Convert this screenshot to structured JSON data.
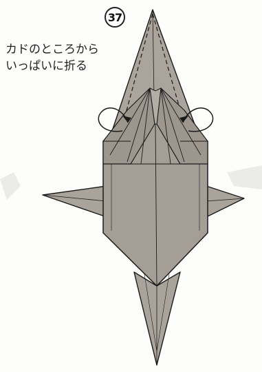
{
  "step": {
    "number": "37"
  },
  "instruction": {
    "line1": "カドのところから",
    "line2": "いっぱいに折る"
  },
  "colors": {
    "paper_fill": "#a9a39c",
    "paper_fill_dark": "#8e8780",
    "paper_fill_light": "#c9c4be",
    "line": "#1a1a1a",
    "background": "#fdfdfb"
  },
  "icons": {
    "step_marker": "circled-number-icon",
    "fold_arrow": "curved-fold-arrow-icon",
    "valley_fold": "dashed-valley-fold-line"
  }
}
